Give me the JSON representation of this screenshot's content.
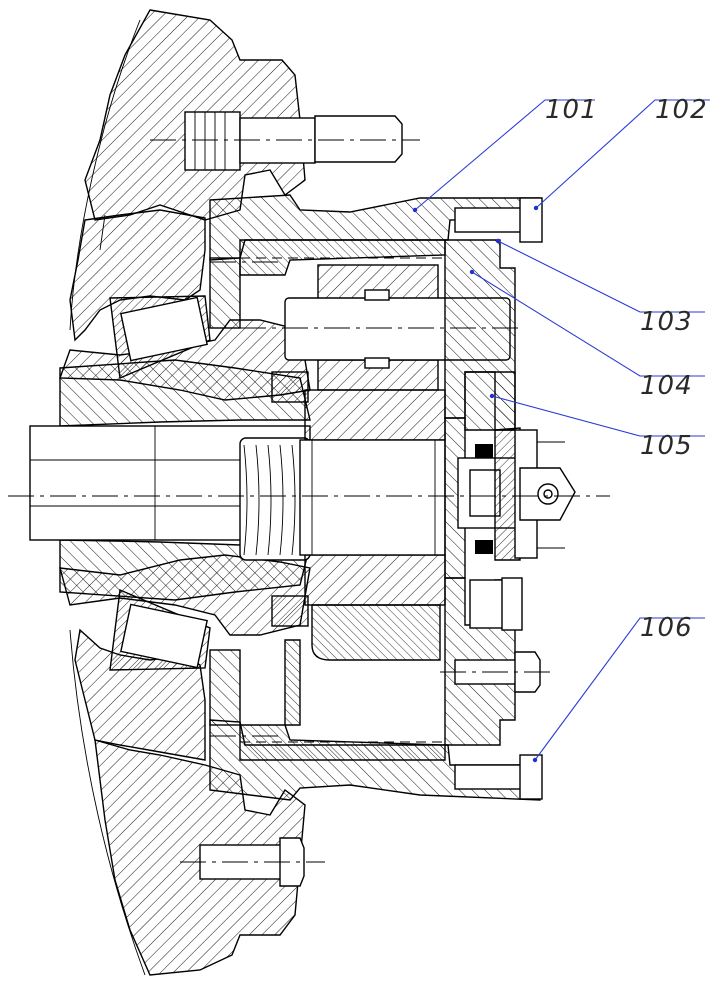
{
  "callouts": [
    {
      "label": "101",
      "color": "#2b3bd6"
    },
    {
      "label": "102",
      "color": "#2b3bd6"
    },
    {
      "label": "103",
      "color": "#2b3bd6"
    },
    {
      "label": "104",
      "color": "#2b3bd6"
    },
    {
      "label": "105",
      "color": "#2b3bd6"
    },
    {
      "label": "106",
      "color": "#2b3bd6"
    }
  ]
}
